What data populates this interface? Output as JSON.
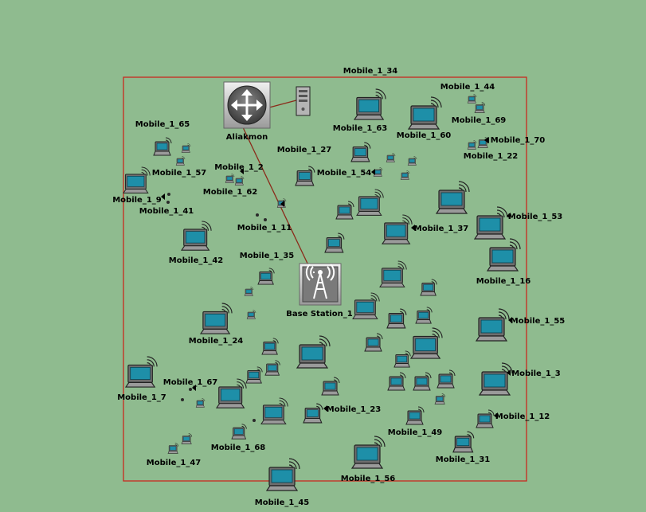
{
  "colors": {
    "background": "#8fbb8f",
    "boundary": "#c8281e",
    "link": "#8b2a1a",
    "screen": "#1e8fa8",
    "laptop_body": "#707070"
  },
  "nodes": {
    "router": {
      "label": "Aliakmon",
      "icon": "router-icon"
    },
    "server": {
      "icon": "server-icon"
    },
    "base_station": {
      "label": "Base Station_1",
      "icon": "antenna-tower-icon"
    }
  },
  "labels": [
    "Mobile_1_34",
    "Mobile_1_44",
    "Mobile_1_63",
    "Mobile_1_60",
    "Mobile_1_69",
    "Mobile_1_70",
    "Mobile_1_65",
    "Mobile_1_27",
    "Mobile_1_22",
    "Mobile_1_57",
    "Mobile_1_2",
    "Mobile_1_54",
    "Mobile_1_62",
    "Mobile_1_9",
    "Mobile_1_41",
    "Mobile_1_53",
    "Mobile_1_11",
    "Mobile_1_37",
    "Mobile_1_42",
    "Mobile_1_35",
    "Mobile_1_16",
    "Mobile_1_55",
    "Mobile_1_24",
    "Mobile_1_3",
    "Mobile_1_67",
    "Mobile_1_7",
    "Mobile_1_23",
    "Mobile_1_12",
    "Mobile_1_49",
    "Mobile_1_68",
    "Mobile_1_31",
    "Mobile_1_47",
    "Mobile_1_56",
    "Mobile_1_45"
  ]
}
